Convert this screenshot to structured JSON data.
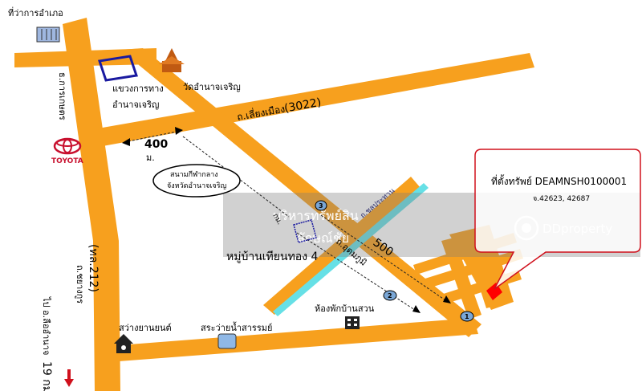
{
  "labels": {
    "district_office": "ที่ว่าการอำเภอ",
    "highway_dept_1": "แขวงการทาง",
    "highway_dept_2": "อำนาจเจริญ",
    "temple": "วัดอำนาจเจริญ",
    "road_liangmueang": "ถ.เลี่ยงเมือง",
    "road_liangmueang_num": "(3022)",
    "agri_bank_1": "ธ.การเกษตร",
    "toyota": "TOYOTA",
    "distance_400": "400",
    "distance_400_unit": "ม.",
    "stadium_1": "สนามกีฬากลาง",
    "stadium_2": "จังหวัดอำนาจเจริญ",
    "watermark_top": "บริหารทรัพย์สิน",
    "watermark_bottom": "ลักษณ์ชัย",
    "km_mark": "กม.",
    "road_tarn": "ถ.ชลประทาน",
    "road_udom": "ถ.อุดมภูมิ",
    "distance_500": "500",
    "village": "หมู่บ้านเทียนทอง 4",
    "guesthouse": "ห้องพักบ้านสวน",
    "road_chayangkun": "ถ.ชยางกูร",
    "road_chayangkun_num": "(ทล.212)",
    "to_loei": "ไป อ.ลืออำนาจ",
    "to_loei_km": "19 กม.",
    "sawang": "สว่างยานยนต์",
    "pool": "สระว่ายน้ำสารรมย์",
    "property_title": "ที่ตั้งทรัพย์ DEAMNSH0100001",
    "property_deeds": "จ.42623, 42687",
    "dd_logo": "DDproperty",
    "marker_1": "1",
    "marker_2": "2",
    "marker_3": "3"
  },
  "colors": {
    "road": "#f7a01e",
    "canal": "#66e0e6",
    "outline_blue": "#1a1aa0",
    "callout": "#d0101c",
    "property": "#ff0000",
    "watermark_band": "#7a7a7a",
    "temple": "#c05a12",
    "toyota": "#c8102e",
    "marker": "#7aa7d6",
    "pool": "#8fb8e6"
  },
  "icons": [
    "building-icon",
    "temple-icon",
    "toyota-logo-icon",
    "house-icon",
    "pool-icon",
    "hotel-icon",
    "down-arrow-icon",
    "dd-logo-icon"
  ]
}
